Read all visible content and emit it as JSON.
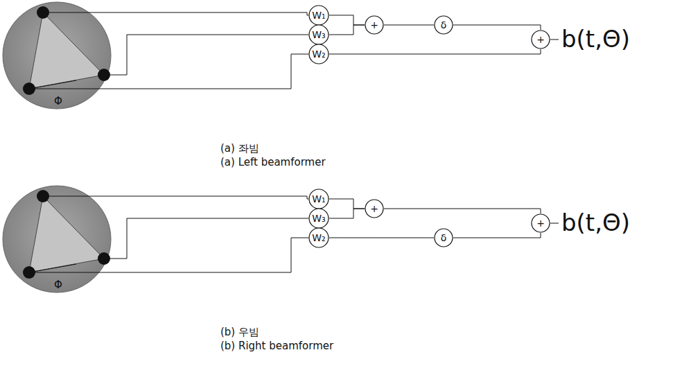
{
  "diagram": {
    "nodes": [
      {
        "text": [
          "W₁"
        ]
      },
      {
        "text": [
          "W₃"
        ]
      },
      {
        "text": [
          "W₂"
        ]
      },
      {
        "text": [
          "+"
        ]
      },
      {
        "text": [
          "δ"
        ]
      },
      {
        "text": [
          "+"
        ]
      },
      {
        "text": [
          "W₁"
        ]
      },
      {
        "text": [
          "W₃"
        ]
      },
      {
        "text": [
          "W₂"
        ]
      },
      {
        "text": [
          "+"
        ]
      },
      {
        "text": [
          "δ"
        ]
      },
      {
        "text": [
          "+"
        ]
      }
    ],
    "edges": [
      {
        "from": 0,
        "to": 3,
        "arrow": "none"
      },
      {
        "from": 1,
        "to": 3,
        "arrow": "none"
      },
      {
        "from": 3,
        "to": 4,
        "arrow": "none"
      },
      {
        "from": 4,
        "to": 5,
        "arrow": "none"
      },
      {
        "from": 2,
        "to": 5,
        "arrow": "none"
      },
      {
        "from": 6,
        "to": 9,
        "arrow": "none"
      },
      {
        "from": 7,
        "to": 9,
        "arrow": "none"
      },
      {
        "from": 9,
        "to": 11,
        "arrow": "none"
      },
      {
        "from": 8,
        "to": 10,
        "arrow": "none"
      },
      {
        "from": 10,
        "to": 11,
        "arrow": "none"
      }
    ],
    "labels": [
      "Φ",
      "b(t,Θ)",
      "(a) 좌빔",
      "(a) Left beamformer",
      "Φ",
      "b(t,Θ)",
      "(b) 우빔",
      "(b) Right beamformer"
    ]
  }
}
